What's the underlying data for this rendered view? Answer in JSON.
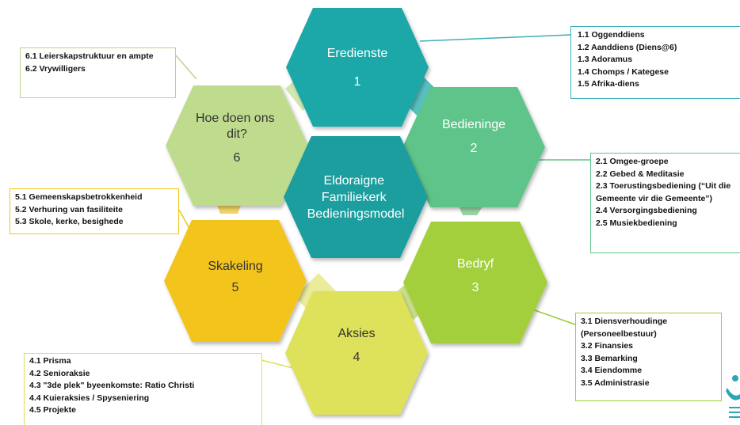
{
  "center": {
    "lines": [
      "Eldoraigne",
      "Familiekerk",
      "Bedieningsmodel"
    ],
    "color": "#1a9e9e"
  },
  "hexagons": [
    {
      "id": "1",
      "title_lines": [
        "Eredienste"
      ],
      "number": "1",
      "color": "#1fa8a8",
      "text_color": "#ffffff"
    },
    {
      "id": "2",
      "title_lines": [
        "Bedieninge"
      ],
      "number": "2",
      "color": "#5fc48a",
      "text_color": "#ffffff"
    },
    {
      "id": "3",
      "title_lines": [
        "Bedryf"
      ],
      "number": "3",
      "color": "#a3cf3c",
      "text_color": "#ffffff"
    },
    {
      "id": "4",
      "title_lines": [
        "Aksies"
      ],
      "number": "4",
      "color": "#dde25a",
      "text_color": "#333333"
    },
    {
      "id": "5",
      "title_lines": [
        "Skakeling"
      ],
      "number": "5",
      "color": "#f3c41a",
      "text_color": "#333333"
    },
    {
      "id": "6",
      "title_lines": [
        "Hoe doen ons",
        "dit?"
      ],
      "number": "6",
      "color": "#bfdc8e",
      "text_color": "#333333"
    }
  ],
  "boxes": {
    "b1": {
      "color": "#3ab0b8",
      "items": [
        "1.1  Oggenddiens",
        "1.2  Aanddiens (Diens@6)",
        "1.3  Adoramus",
        "1.4  Chomps / Kategese",
        "1.5  Afrika-diens"
      ]
    },
    "b2": {
      "color": "#5fc48a",
      "items": [
        "2.1 Omgee-groepe",
        "2.2 Gebed & Meditasie",
        "2.3 Toerustingsbediening (“Uit die Gemeente vir die Gemeente”)",
        "2.4 Versorgingsbediening",
        "2.5 Musiekbediening"
      ]
    },
    "b3": {
      "color": "#9ccd3a",
      "items": [
        "3.1 Diensverhoudinge (Personeelbestuur)",
        "3.2 Finansies",
        "3.3 Bemarking",
        "3.4 Eiendomme",
        "3.5 Administrasie"
      ]
    },
    "b4": {
      "color": "#dde25a",
      "items": [
        "4.1 Prisma",
        "4.2 Senioraksie",
        "4.3  \"3de plek\" byeenkomste:  Ratio Christi",
        "4.4 Kuieraksies / Spyseniering",
        "4.5 Projekte"
      ]
    },
    "b5": {
      "color": "#f3c41a",
      "items": [
        "5.1 Gemeenskapsbetrokkenheid",
        "5.2 Verhuring van fasiliteite",
        "5.3 Skole, kerke, besighede"
      ]
    },
    "b6": {
      "color": "#b5d68a",
      "items": [
        "6.1 Leierskapstruktuur en ampte",
        "6.2 Vrywilligers"
      ]
    }
  }
}
